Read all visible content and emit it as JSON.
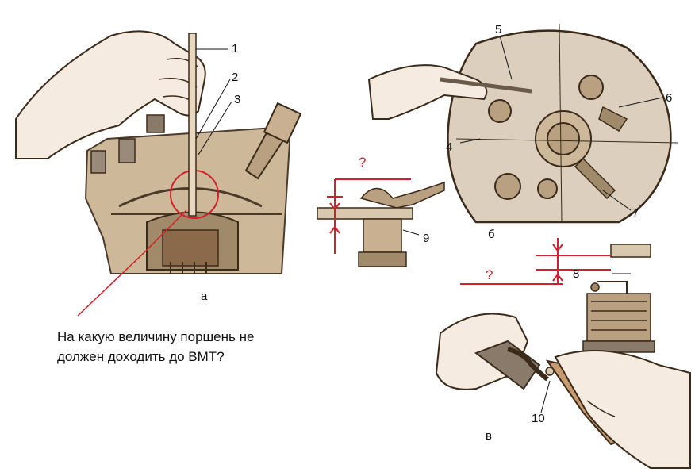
{
  "figure_labels": {
    "a": "а",
    "b": "б",
    "v": "в"
  },
  "callouts": {
    "n1": "1",
    "n2": "2",
    "n3": "3",
    "n4": "4",
    "n5": "5",
    "n6": "6",
    "n7": "7",
    "n8": "8",
    "n9": "9",
    "n10": "10"
  },
  "question_marks": {
    "gap_breaker": "?",
    "gap_spark_plug": "?"
  },
  "question_text": {
    "line1": "На какую величину поршень не",
    "line2": "должен доходить до ВМТ?"
  },
  "colors": {
    "annotation_red": "#d0202a",
    "metal_dark": "#5a4a3a",
    "metal_light": "#d8c8ae",
    "skin": "#f6ebe0"
  }
}
